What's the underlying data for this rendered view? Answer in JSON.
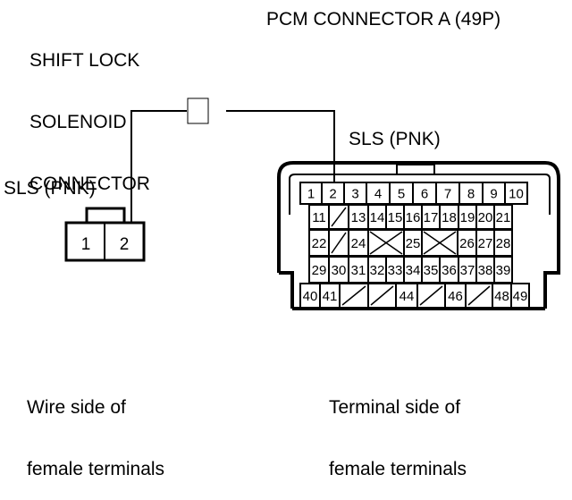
{
  "left_connector": {
    "title_lines": [
      "SHIFT LOCK",
      "SOLENOID",
      "CONNECTOR"
    ],
    "wire_label": "SLS (PNK)",
    "pins": [
      "1",
      "2"
    ],
    "caption_lines": [
      "Wire side of",
      "female terminals"
    ]
  },
  "right_connector": {
    "title": "PCM CONNECTOR A (49P)",
    "wire_label": "SLS (PNK)",
    "rows": [
      [
        "1",
        "2",
        "3",
        "4",
        "5",
        "6",
        "7",
        "8",
        "9",
        "10"
      ],
      [
        "11",
        "/",
        "13",
        "14",
        "15",
        "16",
        "17",
        "18",
        "19",
        "20",
        "21"
      ],
      [
        "22",
        "/",
        "24",
        "X",
        "25",
        "X",
        "26",
        "27",
        "28"
      ],
      [
        "29",
        "30",
        "31",
        "32",
        "33",
        "34",
        "35",
        "36",
        "37",
        "38",
        "39"
      ],
      [
        "40",
        "41",
        "/",
        "/",
        "44",
        "/",
        "46",
        "/",
        "48",
        "49"
      ]
    ],
    "caption_lines": [
      "Terminal side of",
      "female terminals"
    ]
  }
}
